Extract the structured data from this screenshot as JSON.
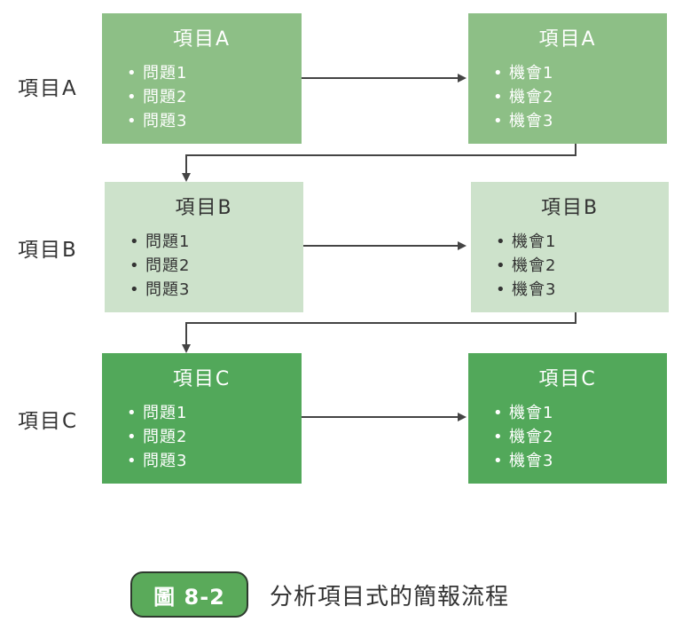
{
  "rows": [
    {
      "label": "項目A",
      "left_box": {
        "title": "項目A",
        "items": [
          "問題1",
          "問題2",
          "問題3"
        ]
      },
      "right_box": {
        "title": "項目A",
        "items": [
          "機會1",
          "機會2",
          "機會3"
        ]
      }
    },
    {
      "label": "項目B",
      "left_box": {
        "title": "項目B",
        "items": [
          "問題1",
          "問題2",
          "問題3"
        ]
      },
      "right_box": {
        "title": "項目B",
        "items": [
          "機會1",
          "機會2",
          "機會3"
        ]
      }
    },
    {
      "label": "項目C",
      "left_box": {
        "title": "項目C",
        "items": [
          "問題1",
          "問題2",
          "問題3"
        ]
      },
      "right_box": {
        "title": "項目C",
        "items": [
          "機會1",
          "機會2",
          "機會3"
        ]
      }
    }
  ],
  "bullet": "•",
  "colors": {
    "row_a": "#8dbf86",
    "row_b": "#cde2cb",
    "row_c": "#52a85a",
    "connector": "#444444"
  },
  "caption": {
    "badge": "圖 8-2",
    "text": "分析項目式的簡報流程"
  }
}
